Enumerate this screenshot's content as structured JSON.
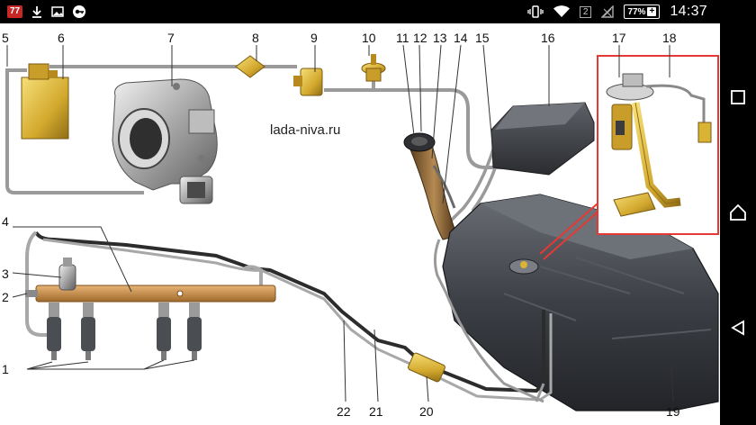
{
  "status_bar": {
    "notification_badge": "77",
    "sim_slot": "2",
    "battery_percent": "77%",
    "time": "14:37",
    "icons": [
      "download-icon",
      "image-icon",
      "vpn-key-icon",
      "vibrate-icon",
      "wifi-icon",
      "no-signal-icon",
      "battery-charging-icon"
    ]
  },
  "diagram": {
    "watermark": "lada-niva.ru",
    "labels": {
      "n1": "1",
      "n2": "2",
      "n3": "3",
      "n4": "4",
      "n5": "5",
      "n6": "6",
      "n7": "7",
      "n8": "8",
      "n9": "9",
      "n10": "10",
      "n11": "11",
      "n12": "12",
      "n13": "13",
      "n14": "14",
      "n15": "15",
      "n16": "16",
      "n17": "17",
      "n18": "18",
      "n19": "19",
      "n20": "20",
      "n21": "21",
      "n22": "22"
    },
    "colors": {
      "rail": "#c8924a",
      "brass": "#d9b334",
      "tank": "#3a3d42",
      "highlight": "#e53935"
    }
  },
  "nav_bar": {
    "buttons": [
      "back-icon",
      "home-icon",
      "recents-icon"
    ]
  }
}
